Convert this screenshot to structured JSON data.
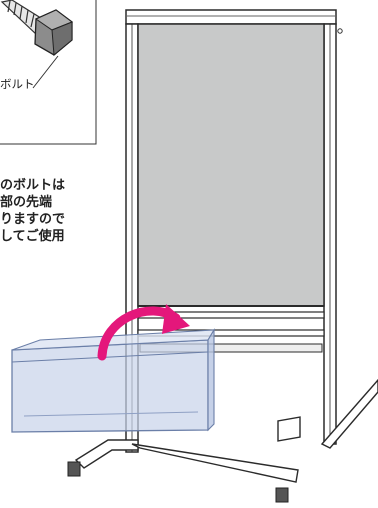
{
  "callout": {
    "bolt_label": "ボルト"
  },
  "note": {
    "lines": [
      "のボルトは",
      "部の先端",
      "りますので",
      "してご使用"
    ]
  },
  "colors": {
    "outline": "#2b2b2b",
    "board_panel": "#c8c9c9",
    "tray": "#c7d3ea",
    "arrow": "#e4177b"
  },
  "icons": {
    "bolt": "hex-bolt-icon",
    "rotate_arrow": "curved-arrow-icon"
  }
}
